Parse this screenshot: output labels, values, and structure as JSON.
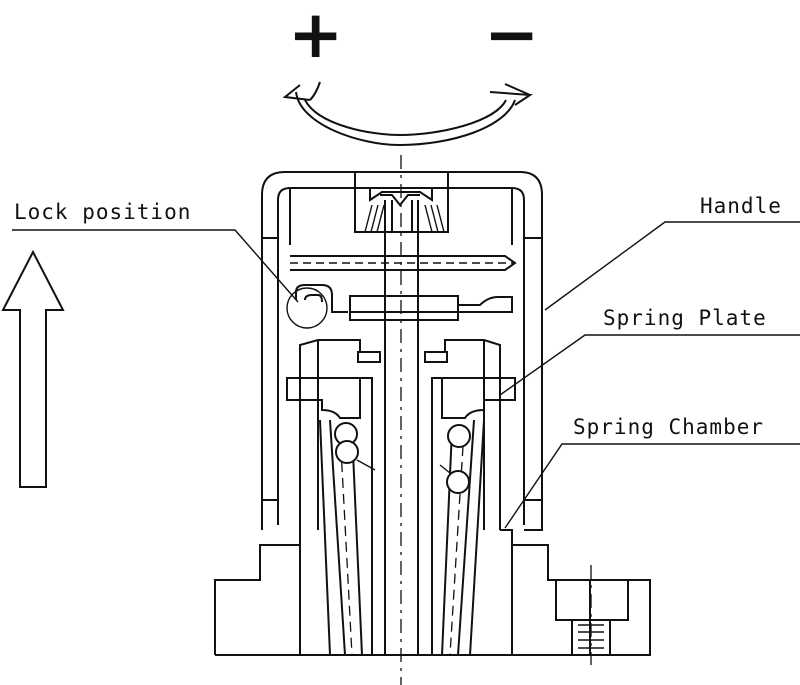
{
  "labels": {
    "lock_position": "Lock position",
    "handle": "Handle",
    "spring_plate": "Spring Plate",
    "spring_chamber": "Spring Chamber"
  },
  "rotation": {
    "plus": "+",
    "minus": "−"
  }
}
